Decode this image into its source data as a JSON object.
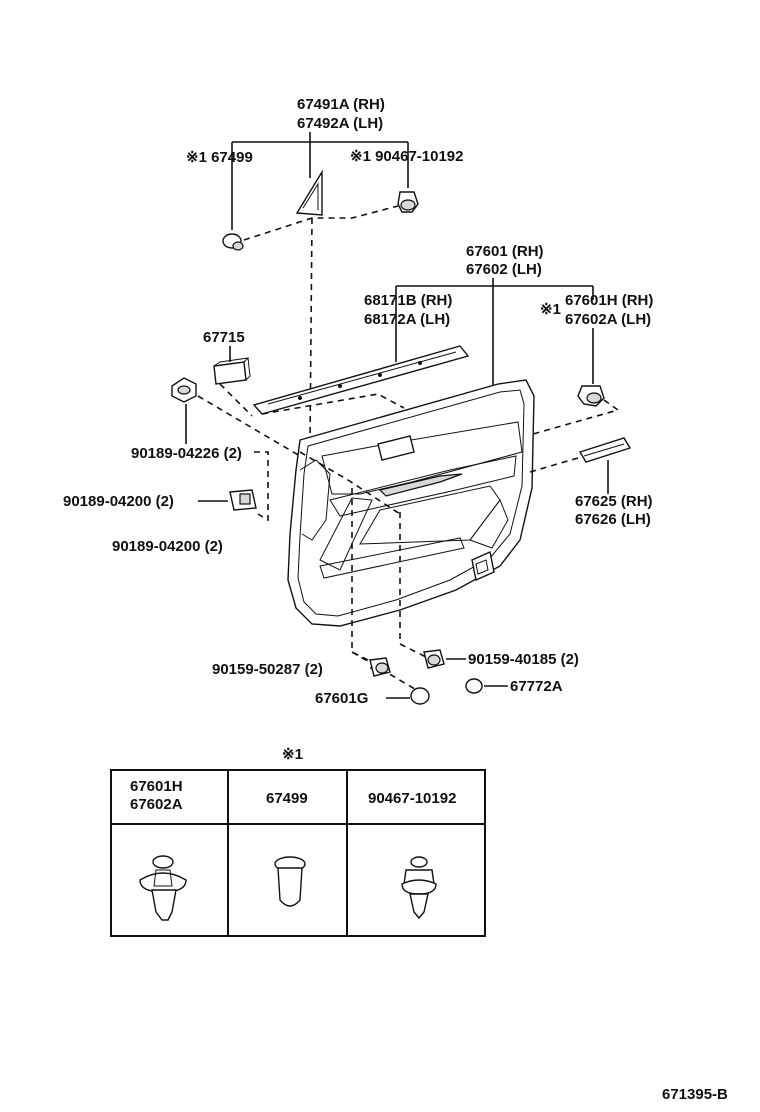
{
  "callouts": {
    "upper_trim_rh": "67491A (RH)",
    "upper_trim_lh": "67492A (LH)",
    "clip_67499": "※1 67499",
    "clip_90467": "※1 90467-10192",
    "board_rh": "67601 (RH)",
    "board_lh": "67602 (LH)",
    "weatherstrip_rh": "68171B (RH)",
    "weatherstrip_lh": "68172A (LH)",
    "clip_67601h_rh": "67601H (RH)",
    "clip_67602a_lh": "67602A (LH)",
    "clip_marker": "※1",
    "pad_67715": "67715",
    "screw_90189_04226": "90189-04226 (2)",
    "screw_90189_04200_a": "90189-04200 (2)",
    "screw_90189_04200_b": "90189-04200 (2)",
    "pocket_rh": "67625 (RH)",
    "pocket_lh": "67626 (LH)",
    "screw_90159_50287": "90159-50287 (2)",
    "screw_90159_40185": "90159-40185 (2)",
    "cap_67601g": "67601G",
    "cap_67772a": "67772A"
  },
  "table": {
    "note_mark": "※1",
    "col1_line1": "67601H",
    "col1_line2": "67602A",
    "col2": "67499",
    "col3": "90467-10192"
  },
  "footer": {
    "code": "671395-B"
  }
}
